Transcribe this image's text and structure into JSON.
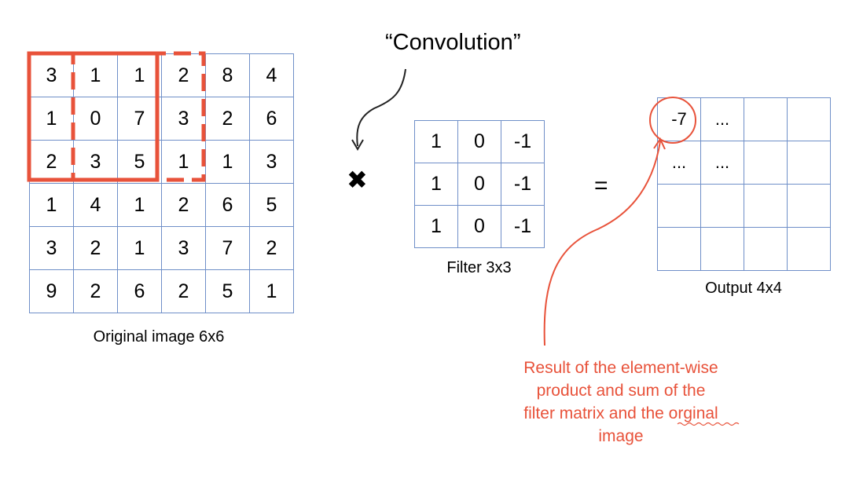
{
  "title": "“Convolution”",
  "operator_times": "✖",
  "operator_equals": "=",
  "input_image": {
    "caption": "Original image 6x6",
    "rows": [
      [
        "3",
        "1",
        "1",
        "2",
        "8",
        "4"
      ],
      [
        "1",
        "0",
        "7",
        "3",
        "2",
        "6"
      ],
      [
        "2",
        "3",
        "5",
        "1",
        "1",
        "3"
      ],
      [
        "1",
        "4",
        "1",
        "2",
        "6",
        "5"
      ],
      [
        "3",
        "2",
        "1",
        "3",
        "7",
        "2"
      ],
      [
        "9",
        "2",
        "6",
        "2",
        "5",
        "1"
      ]
    ]
  },
  "filter": {
    "caption": "Filter 3x3",
    "rows": [
      [
        "1",
        "0",
        "-1"
      ],
      [
        "1",
        "0",
        "-1"
      ],
      [
        "1",
        "0",
        "-1"
      ]
    ]
  },
  "output": {
    "caption": "Output 4x4",
    "rows": [
      [
        "-7",
        "...",
        "",
        ""
      ],
      [
        "...",
        "...",
        "",
        ""
      ],
      [
        "",
        "",
        "",
        ""
      ],
      [
        "",
        "",
        "",
        ""
      ]
    ]
  },
  "annotation": {
    "lines": [
      "Result of the element-wise",
      "product and sum of the",
      "filter matrix and the orginal",
      "image"
    ]
  },
  "colors": {
    "highlight": "#e8523a",
    "grid_line": "#6f8fc8"
  }
}
